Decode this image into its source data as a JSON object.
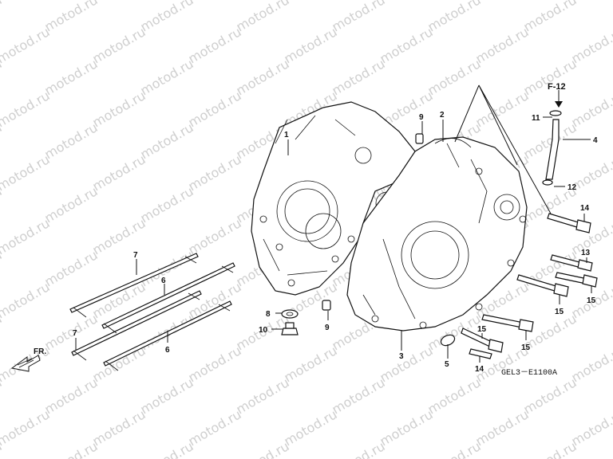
{
  "watermark": "motod.ru",
  "figure_code": "GEL3－E1100A",
  "ref_label": "F-12",
  "direction_label": "FR.",
  "callouts": {
    "c1": "1",
    "c2": "2",
    "c3": "3",
    "c4": "4",
    "c5": "5",
    "c6a": "6",
    "c6b": "6",
    "c7a": "7",
    "c7b": "7",
    "c8": "8",
    "c9a": "9",
    "c9b": "9",
    "c10": "10",
    "c11": "11",
    "c12": "12",
    "c13": "13",
    "c14a": "14",
    "c14b": "14",
    "c15a": "15",
    "c15b": "15",
    "c15c": "15",
    "c15d": "15"
  }
}
